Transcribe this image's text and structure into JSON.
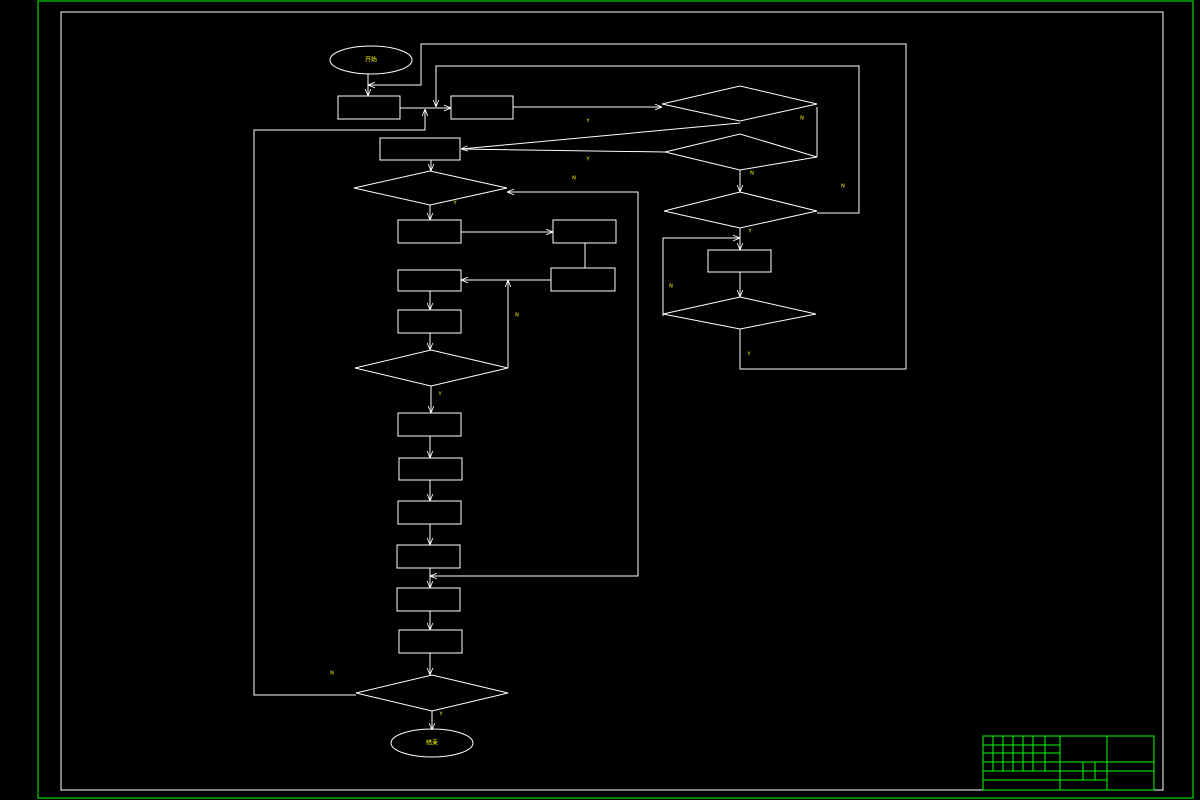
{
  "colors": {
    "background": "#000000",
    "frame": "#00ff00",
    "lines": "#ffffff",
    "text": "#ffff00"
  },
  "nodes": {
    "start": "开始",
    "end": "结束"
  },
  "edge_labels": {
    "yes": "Y",
    "no": "N"
  }
}
